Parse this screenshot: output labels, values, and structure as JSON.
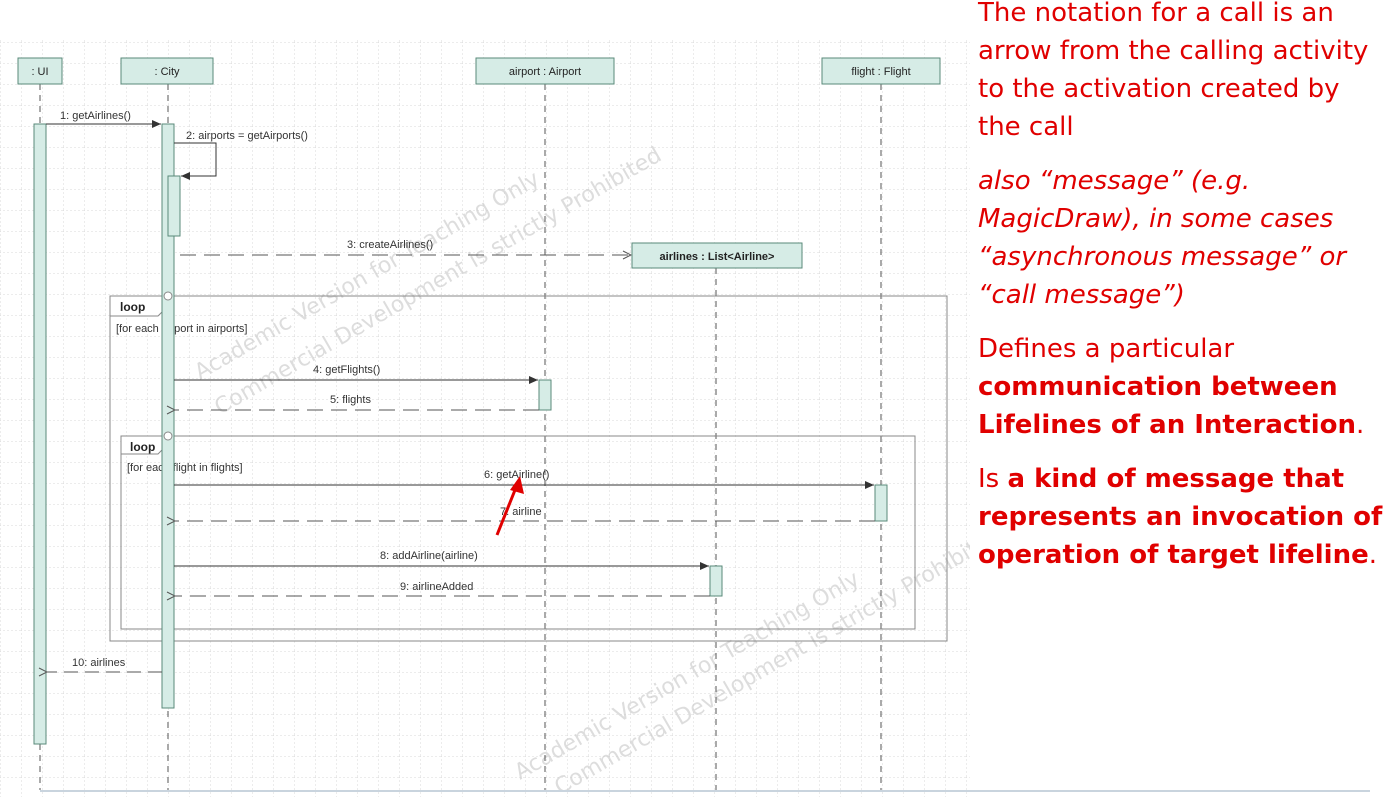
{
  "diagram": {
    "lifelines": {
      "ui": ": UI",
      "city": ": City",
      "airport": "airport : Airport",
      "flight": "flight : Flight",
      "airlines": "airlines : List<Airline>"
    },
    "messages": {
      "m1": "1: getAirlines()",
      "m2": "2: airports = getAirports()",
      "m3": "3: createAirlines()",
      "m4": "4: getFlights()",
      "m5": "5: flights",
      "m6": "6: getAirline()",
      "m7": "7: airline",
      "m8": "8: addAirline(airline)",
      "m9": "9: airlineAdded",
      "m10": "10: airlines"
    },
    "loops": {
      "outer_label": "loop",
      "outer_guard": "[for each airport in airports]",
      "inner_label": "loop",
      "inner_guard": "[for each flight in flights]"
    },
    "watermarks": {
      "line1": "Academic Version for Teaching Only",
      "line2": "Commercial Development is strictly Prohibited"
    },
    "colors": {
      "box_fill": "#d6ece6",
      "box_stroke": "#5a8a7a",
      "pointer_arrow": "#e00000"
    }
  },
  "side_text": {
    "p1": "The notation for a call is an arrow from the calling activity to the activation created by the call",
    "p2": "also “message” (e.g. MagicDraw), in some cases “asynchronous message” or “call message”)",
    "p3_prefix": "Defines a particular ",
    "p3_bold": "communication between Lifelines of an Interaction",
    "p3_suffix": ".",
    "p4_prefix": "Is ",
    "p4_bold": "a kind of message that represents an invocation of operation of target lifeline",
    "p4_suffix": "."
  }
}
